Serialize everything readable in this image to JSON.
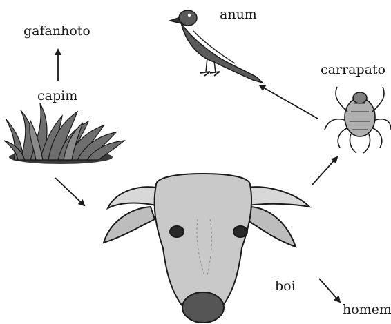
{
  "labels": {
    "gafanhoto": "gafanhoto",
    "capim": "capim",
    "anum": "anum",
    "carrapato": "carrapato",
    "boi": "boi",
    "homem": "homem"
  },
  "colors": {
    "ink": "#1a1a1a",
    "fill_light": "#c9c9c9",
    "fill_mid": "#9a9a9a",
    "fill_dark": "#555555"
  }
}
